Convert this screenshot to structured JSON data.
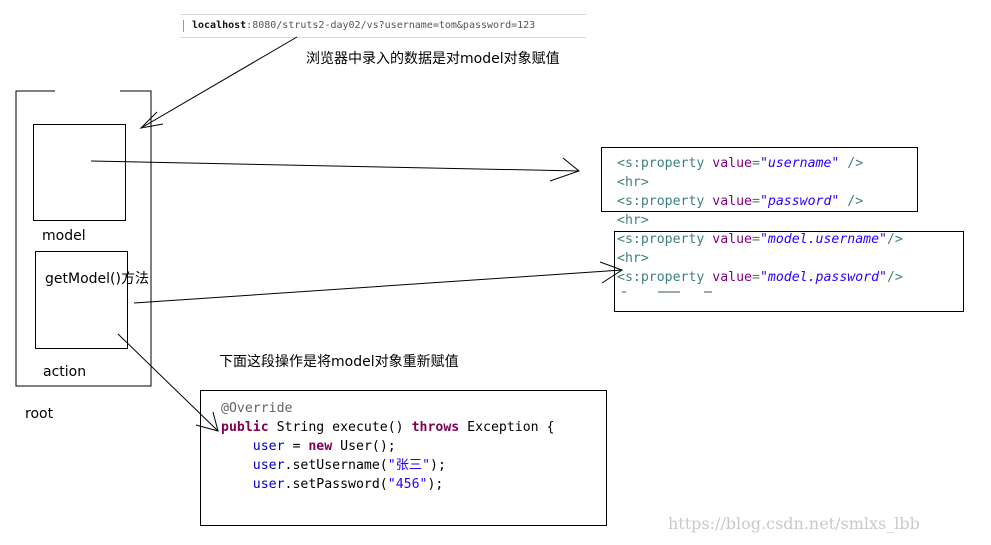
{
  "url_bar": {
    "host": "localhost",
    "rest": ":8080/struts2-day02/vs?username=tom&password=123"
  },
  "annotations": {
    "browser_note": "浏览器中录入的数据是对model对象赋值",
    "reassign_note": "下面这段操作是将model对象重新赋值"
  },
  "stack": {
    "model_label": "model",
    "getmodel_label": "getModel()方法",
    "action_label": "action",
    "root_label": "root"
  },
  "jsp_top": {
    "line1": {
      "tag": "<s:property ",
      "attr": "value",
      "eq": "=",
      "val": "\"username\"",
      "end": " />"
    },
    "line2": "<hr>",
    "line3": {
      "tag": "<s:property ",
      "attr": "value",
      "eq": "=",
      "val": "\"password\"",
      "end": " />"
    },
    "line4": "<hr>"
  },
  "jsp_bottom": {
    "line1": {
      "tag": "<s:property ",
      "attr": "value",
      "eq": "=",
      "val": "\"model.username\"",
      "end": "/>"
    },
    "line2": "<hr>",
    "line3": {
      "tag": "<s:property ",
      "attr": "value",
      "eq": "=",
      "val": "\"model.password\"",
      "end": "/>"
    }
  },
  "java_code": {
    "annotation": "@Override",
    "l2_kw1": "public",
    "l2_mid": " String execute() ",
    "l2_kw2": "throws",
    "l2_end": " Exception {",
    "l3_var": "user",
    "l3_eq": " = ",
    "l3_kw": "new",
    "l3_end": " User();",
    "l4_var": "user",
    "l4_call": ".setUsername(",
    "l4_str": "\"张三\"",
    "l4_end": ");",
    "l5_var": "user",
    "l5_call": ".setPassword(",
    "l5_str": "\"456\"",
    "l5_end": ");"
  },
  "watermark": "https://blog.csdn.net/smlxs_lbb"
}
